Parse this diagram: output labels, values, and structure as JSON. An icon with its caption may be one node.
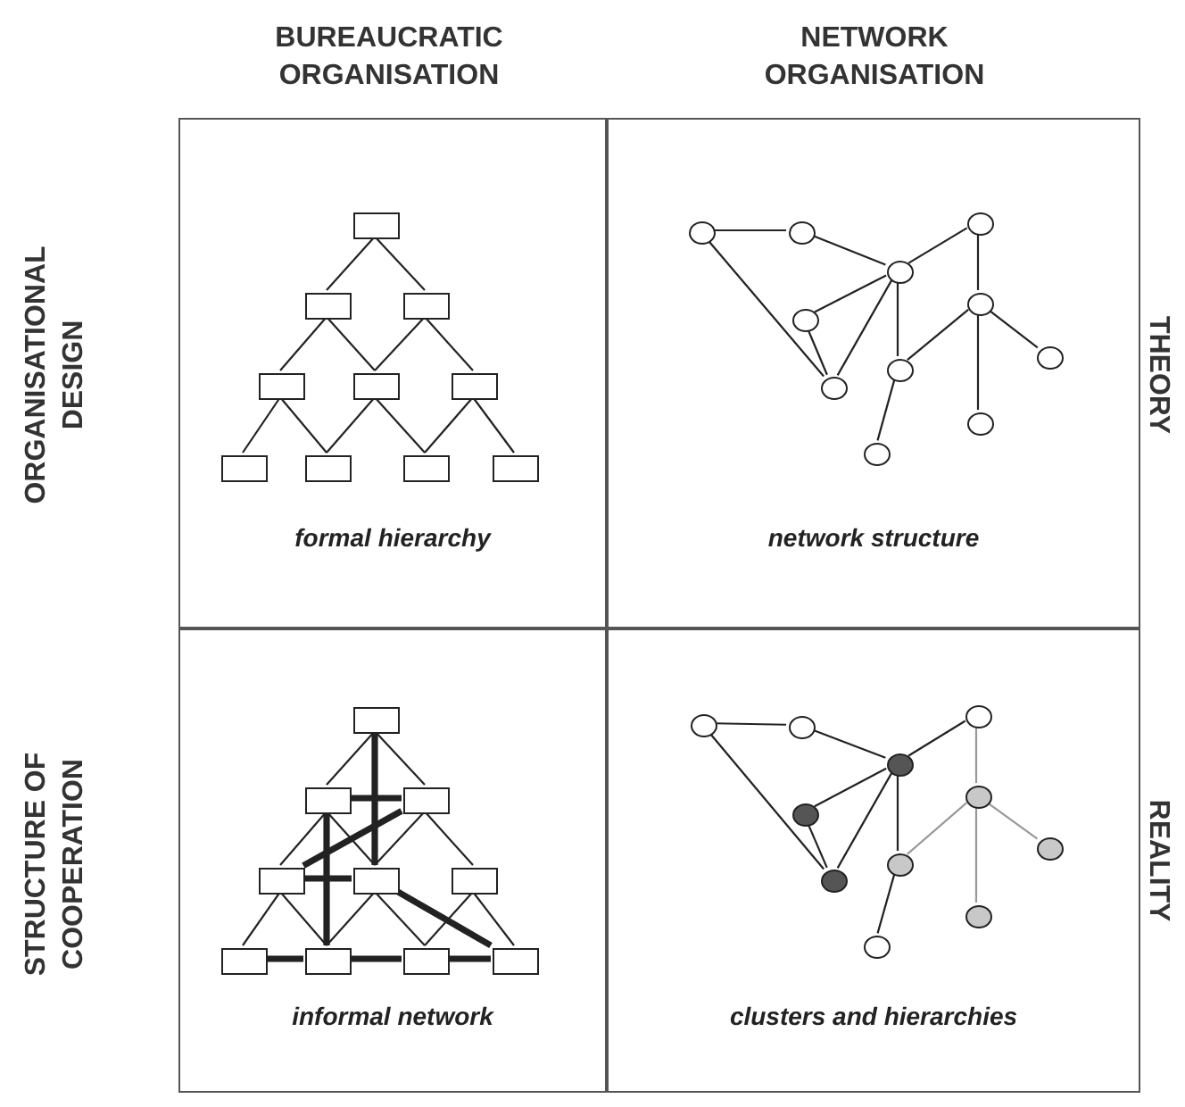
{
  "diagram": {
    "nodes": [
      {
        "text": [
          "formal hierarchy"
        ]
      },
      {
        "text": [],
        "shape": "box",
        "in": 0
      },
      {
        "text": [],
        "shape": "box",
        "in": 0
      },
      {
        "text": [],
        "shape": "box",
        "in": 0
      },
      {
        "text": [],
        "shape": "box",
        "in": 0
      },
      {
        "text": [],
        "shape": "box",
        "in": 0
      },
      {
        "text": [],
        "shape": "box",
        "in": 0
      },
      {
        "text": [],
        "shape": "box",
        "in": 0
      },
      {
        "text": [],
        "shape": "box",
        "in": 0
      },
      {
        "text": [],
        "shape": "box",
        "in": 0
      },
      {
        "text": [],
        "shape": "box",
        "in": 0
      },
      {
        "text": [
          "network structure"
        ]
      },
      {
        "text": [],
        "shape": "circle",
        "in": 11
      },
      {
        "text": [],
        "shape": "circle",
        "in": 11
      },
      {
        "text": [],
        "shape": "circle",
        "in": 11
      },
      {
        "text": [],
        "shape": "circle",
        "in": 11
      },
      {
        "text": [],
        "shape": "circle",
        "in": 11
      },
      {
        "text": [],
        "shape": "circle",
        "in": 11
      },
      {
        "text": [],
        "shape": "circle",
        "in": 11
      },
      {
        "text": [],
        "shape": "circle",
        "in": 11
      },
      {
        "text": [],
        "shape": "circle",
        "in": 11
      },
      {
        "text": [],
        "shape": "circle",
        "in": 11
      },
      {
        "text": [],
        "shape": "circle",
        "in": 11
      },
      {
        "text": [
          "informal network"
        ]
      },
      {
        "text": [],
        "shape": "box",
        "in": 23
      },
      {
        "text": [],
        "shape": "box",
        "in": 23
      },
      {
        "text": [],
        "shape": "box",
        "in": 23
      },
      {
        "text": [],
        "shape": "box",
        "in": 23
      },
      {
        "text": [],
        "shape": "box",
        "in": 23
      },
      {
        "text": [],
        "shape": "box",
        "in": 23
      },
      {
        "text": [],
        "shape": "box",
        "in": 23
      },
      {
        "text": [],
        "shape": "box",
        "in": 23
      },
      {
        "text": [],
        "shape": "box",
        "in": 23
      },
      {
        "text": [],
        "shape": "box",
        "in": 23
      },
      {
        "text": [
          "clusters and hierarchies"
        ]
      },
      {
        "text": [],
        "shape": "circle",
        "in": 34
      },
      {
        "text": [],
        "shape": "circle",
        "in": 34
      },
      {
        "text": [],
        "shape": "circle",
        "in": 34
      },
      {
        "text": [],
        "shape": "circle",
        "in": 34
      },
      {
        "text": [],
        "shape": "circle",
        "in": 34
      },
      {
        "text": [],
        "shape": "circle",
        "in": 34
      },
      {
        "text": [],
        "shape": "circle",
        "in": 34
      },
      {
        "text": [],
        "shape": "circle",
        "in": 34
      },
      {
        "text": [],
        "shape": "circle",
        "in": 34
      },
      {
        "text": [],
        "shape": "circle",
        "in": 34
      },
      {
        "text": [],
        "shape": "circle",
        "in": 34
      }
    ],
    "edges": [
      {
        "from": 1,
        "to": 2,
        "arrow": "none"
      },
      {
        "from": 1,
        "to": 3,
        "arrow": "none"
      },
      {
        "from": 2,
        "to": 4,
        "arrow": "none"
      },
      {
        "from": 2,
        "to": 5,
        "arrow": "none"
      },
      {
        "from": 3,
        "to": 5,
        "arrow": "none"
      },
      {
        "from": 3,
        "to": 6,
        "arrow": "none"
      },
      {
        "from": 4,
        "to": 7,
        "arrow": "none"
      },
      {
        "from": 4,
        "to": 8,
        "arrow": "none"
      },
      {
        "from": 5,
        "to": 8,
        "arrow": "none"
      },
      {
        "from": 5,
        "to": 9,
        "arrow": "none"
      },
      {
        "from": 6,
        "to": 9,
        "arrow": "none"
      },
      {
        "from": 6,
        "to": 10,
        "arrow": "none"
      },
      {
        "from": 12,
        "to": 13,
        "arrow": "none"
      },
      {
        "from": 12,
        "to": 18,
        "arrow": "none"
      },
      {
        "from": 13,
        "to": 14,
        "arrow": "none"
      },
      {
        "from": 14,
        "to": 15,
        "arrow": "none"
      },
      {
        "from": 14,
        "to": 16,
        "arrow": "none"
      },
      {
        "from": 14,
        "to": 18,
        "arrow": "none"
      },
      {
        "from": 16,
        "to": 18,
        "arrow": "none"
      },
      {
        "from": 14,
        "to": 19,
        "arrow": "none"
      },
      {
        "from": 15,
        "to": 17,
        "arrow": "none"
      },
      {
        "from": 17,
        "to": 19,
        "arrow": "none"
      },
      {
        "from": 17,
        "to": 20,
        "arrow": "none"
      },
      {
        "from": 17,
        "to": 21,
        "arrow": "none"
      },
      {
        "from": 19,
        "to": 22,
        "arrow": "none"
      },
      {
        "from": 24,
        "to": 25,
        "arrow": "none"
      },
      {
        "from": 24,
        "to": 26,
        "arrow": "none"
      },
      {
        "from": 25,
        "to": 27,
        "arrow": "none"
      },
      {
        "from": 25,
        "to": 28,
        "arrow": "none"
      },
      {
        "from": 26,
        "to": 28,
        "arrow": "none"
      },
      {
        "from": 26,
        "to": 29,
        "arrow": "none"
      },
      {
        "from": 27,
        "to": 30,
        "arrow": "none"
      },
      {
        "from": 27,
        "to": 31,
        "arrow": "none"
      },
      {
        "from": 28,
        "to": 31,
        "arrow": "none"
      },
      {
        "from": 28,
        "to": 32,
        "arrow": "none"
      },
      {
        "from": 29,
        "to": 32,
        "arrow": "none"
      },
      {
        "from": 29,
        "to": 33,
        "arrow": "none"
      },
      {
        "from": 24,
        "to": 28,
        "arrow": "none",
        "style": "thick"
      },
      {
        "from": 25,
        "to": 26,
        "arrow": "none",
        "style": "thick"
      },
      {
        "from": 26,
        "to": 27,
        "arrow": "none",
        "style": "thick"
      },
      {
        "from": 25,
        "to": 31,
        "arrow": "none",
        "style": "thick"
      },
      {
        "from": 27,
        "to": 28,
        "arrow": "none",
        "style": "thick"
      },
      {
        "from": 28,
        "to": 33,
        "arrow": "none",
        "style": "thick"
      },
      {
        "from": 30,
        "to": 31,
        "arrow": "none",
        "style": "thick"
      },
      {
        "from": 31,
        "to": 32,
        "arrow": "none",
        "style": "thick"
      },
      {
        "from": 32,
        "to": 33,
        "arrow": "none",
        "style": "thick"
      },
      {
        "from": 35,
        "to": 36,
        "arrow": "none"
      },
      {
        "from": 35,
        "to": 41,
        "arrow": "none"
      },
      {
        "from": 36,
        "to": 37,
        "arrow": "none"
      },
      {
        "from": 37,
        "to": 38,
        "arrow": "none"
      },
      {
        "from": 37,
        "to": 39,
        "arrow": "none"
      },
      {
        "from": 37,
        "to": 41,
        "arrow": "none"
      },
      {
        "from": 39,
        "to": 41,
        "arrow": "none"
      },
      {
        "from": 37,
        "to": 42,
        "arrow": "none"
      },
      {
        "from": 38,
        "to": 40,
        "arrow": "none",
        "color": "#999999"
      },
      {
        "from": 40,
        "to": 42,
        "arrow": "none",
        "color": "#999999"
      },
      {
        "from": 40,
        "to": 43,
        "arrow": "none",
        "color": "#999999"
      },
      {
        "from": 40,
        "to": 44,
        "arrow": "none",
        "color": "#999999"
      },
      {
        "from": 42,
        "to": 45,
        "arrow": "none"
      }
    ],
    "labels": [
      "BUREAUCRATIC ORGANISATION",
      "NETWORK ORGANISATION",
      "ORGANISATIONAL DESIGN",
      "THEORY",
      "STRUCTURE OF COOPERATION",
      "REALITY"
    ]
  }
}
